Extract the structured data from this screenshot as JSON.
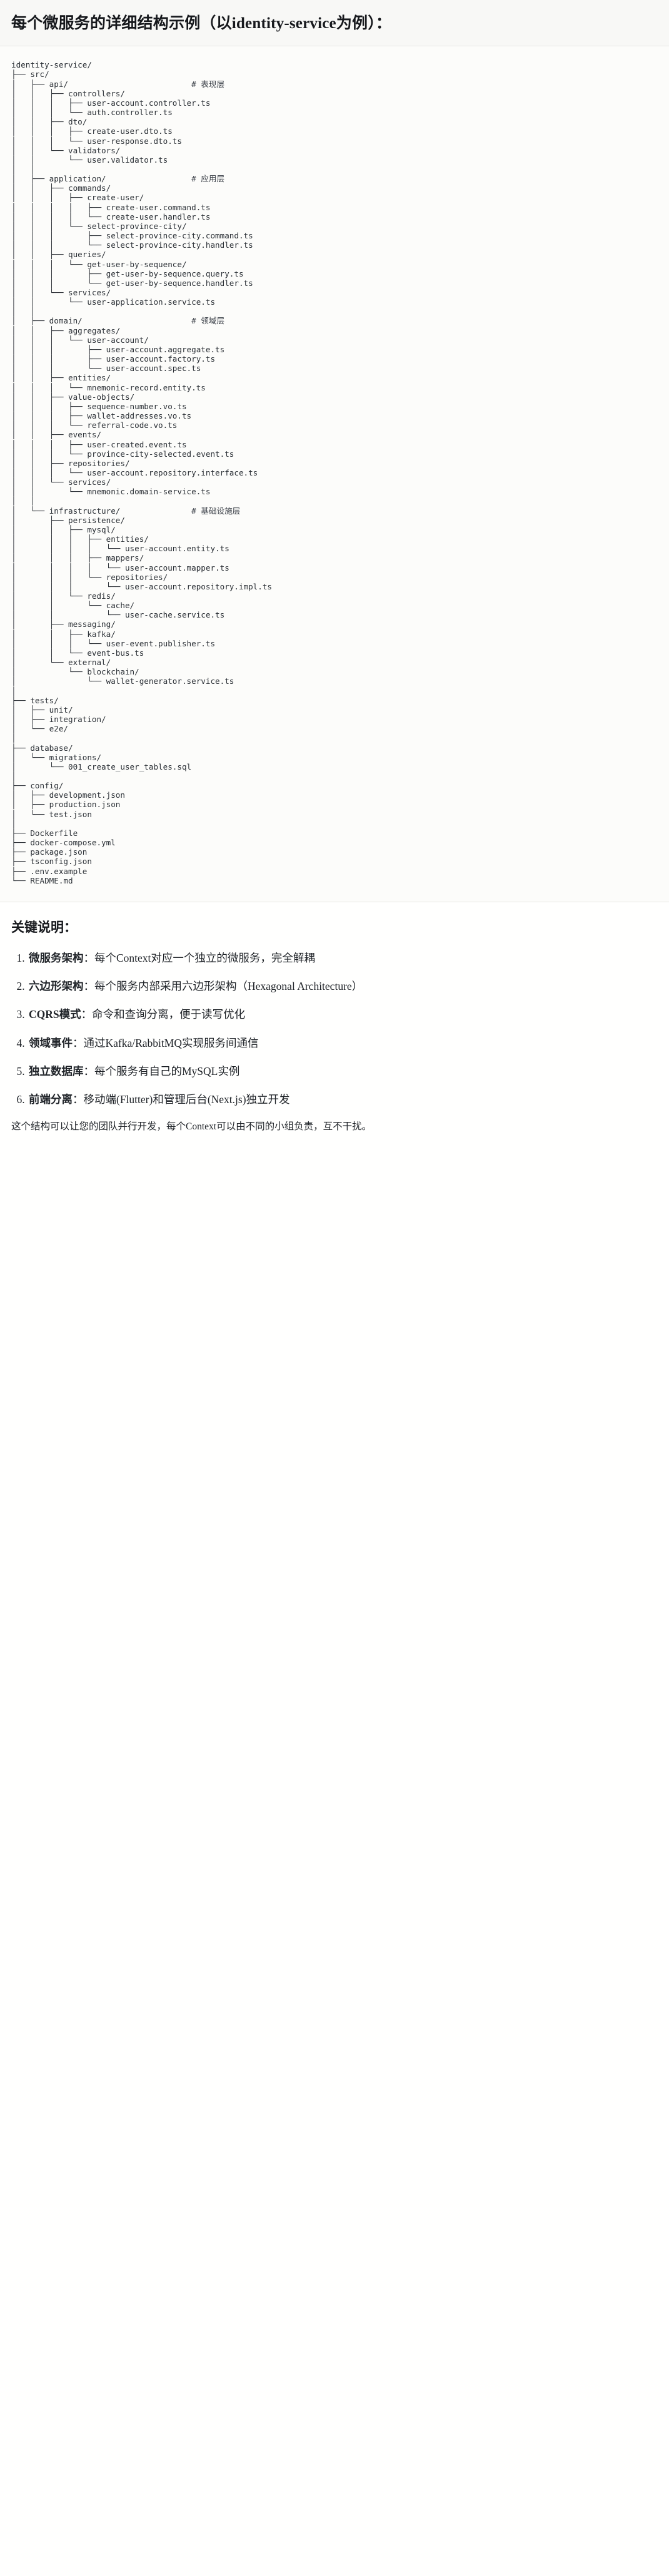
{
  "heading": {
    "text": "每个微服务的详细结构示例（以identity-service为例）："
  },
  "tree": {
    "comment_marker": "#",
    "lines": [
      {
        "t": "identity-service/",
        "c": ""
      },
      {
        "t": "├── src/",
        "c": ""
      },
      {
        "t": "│   ├── api/                          ",
        "c": "# 表现层"
      },
      {
        "t": "│   │   ├── controllers/",
        "c": ""
      },
      {
        "t": "│   │   │   ├── user-account.controller.ts",
        "c": ""
      },
      {
        "t": "│   │   │   └── auth.controller.ts",
        "c": ""
      },
      {
        "t": "│   │   ├── dto/",
        "c": ""
      },
      {
        "t": "│   │   │   ├── create-user.dto.ts",
        "c": ""
      },
      {
        "t": "│   │   │   └── user-response.dto.ts",
        "c": ""
      },
      {
        "t": "│   │   └── validators/",
        "c": ""
      },
      {
        "t": "│   │       └── user.validator.ts",
        "c": ""
      },
      {
        "t": "│   │",
        "c": ""
      },
      {
        "t": "│   ├── application/                  ",
        "c": "# 应用层"
      },
      {
        "t": "│   │   ├── commands/",
        "c": ""
      },
      {
        "t": "│   │   │   ├── create-user/",
        "c": ""
      },
      {
        "t": "│   │   │   │   ├── create-user.command.ts",
        "c": ""
      },
      {
        "t": "│   │   │   │   └── create-user.handler.ts",
        "c": ""
      },
      {
        "t": "│   │   │   └── select-province-city/",
        "c": ""
      },
      {
        "t": "│   │   │       ├── select-province-city.command.ts",
        "c": ""
      },
      {
        "t": "│   │   │       └── select-province-city.handler.ts",
        "c": ""
      },
      {
        "t": "│   │   ├── queries/",
        "c": ""
      },
      {
        "t": "│   │   │   └── get-user-by-sequence/",
        "c": ""
      },
      {
        "t": "│   │   │       ├── get-user-by-sequence.query.ts",
        "c": ""
      },
      {
        "t": "│   │   │       └── get-user-by-sequence.handler.ts",
        "c": ""
      },
      {
        "t": "│   │   └── services/",
        "c": ""
      },
      {
        "t": "│   │       └── user-application.service.ts",
        "c": ""
      },
      {
        "t": "│   │",
        "c": ""
      },
      {
        "t": "│   ├── domain/                       ",
        "c": "# 领域层"
      },
      {
        "t": "│   │   ├── aggregates/",
        "c": ""
      },
      {
        "t": "│   │   │   └── user-account/",
        "c": ""
      },
      {
        "t": "│   │   │       ├── user-account.aggregate.ts",
        "c": ""
      },
      {
        "t": "│   │   │       ├── user-account.factory.ts",
        "c": ""
      },
      {
        "t": "│   │   │       └── user-account.spec.ts",
        "c": ""
      },
      {
        "t": "│   │   ├── entities/",
        "c": ""
      },
      {
        "t": "│   │   │   └── mnemonic-record.entity.ts",
        "c": ""
      },
      {
        "t": "│   │   ├── value-objects/",
        "c": ""
      },
      {
        "t": "│   │   │   ├── sequence-number.vo.ts",
        "c": ""
      },
      {
        "t": "│   │   │   ├── wallet-addresses.vo.ts",
        "c": ""
      },
      {
        "t": "│   │   │   └── referral-code.vo.ts",
        "c": ""
      },
      {
        "t": "│   │   ├── events/",
        "c": ""
      },
      {
        "t": "│   │   │   ├── user-created.event.ts",
        "c": ""
      },
      {
        "t": "│   │   │   └── province-city-selected.event.ts",
        "c": ""
      },
      {
        "t": "│   │   ├── repositories/",
        "c": ""
      },
      {
        "t": "│   │   │   └── user-account.repository.interface.ts",
        "c": ""
      },
      {
        "t": "│   │   └── services/",
        "c": ""
      },
      {
        "t": "│   │       └── mnemonic.domain-service.ts",
        "c": ""
      },
      {
        "t": "│   │",
        "c": ""
      },
      {
        "t": "│   └── infrastructure/               ",
        "c": "# 基础设施层"
      },
      {
        "t": "│       ├── persistence/",
        "c": ""
      },
      {
        "t": "│       │   ├── mysql/",
        "c": ""
      },
      {
        "t": "│       │   │   ├── entities/",
        "c": ""
      },
      {
        "t": "│       │   │   │   └── user-account.entity.ts",
        "c": ""
      },
      {
        "t": "│       │   │   ├── mappers/",
        "c": ""
      },
      {
        "t": "│       │   │   │   └── user-account.mapper.ts",
        "c": ""
      },
      {
        "t": "│       │   │   └── repositories/",
        "c": ""
      },
      {
        "t": "│       │   │       └── user-account.repository.impl.ts",
        "c": ""
      },
      {
        "t": "│       │   └── redis/",
        "c": ""
      },
      {
        "t": "│       │       └── cache/",
        "c": ""
      },
      {
        "t": "│       │           └── user-cache.service.ts",
        "c": ""
      },
      {
        "t": "│       ├── messaging/",
        "c": ""
      },
      {
        "t": "│       │   ├── kafka/",
        "c": ""
      },
      {
        "t": "│       │   │   └── user-event.publisher.ts",
        "c": ""
      },
      {
        "t": "│       │   └── event-bus.ts",
        "c": ""
      },
      {
        "t": "│       └── external/",
        "c": ""
      },
      {
        "t": "│           └── blockchain/",
        "c": ""
      },
      {
        "t": "│               └── wallet-generator.service.ts",
        "c": ""
      },
      {
        "t": "│",
        "c": ""
      },
      {
        "t": "├── tests/",
        "c": ""
      },
      {
        "t": "│   ├── unit/",
        "c": ""
      },
      {
        "t": "│   ├── integration/",
        "c": ""
      },
      {
        "t": "│   └── e2e/",
        "c": ""
      },
      {
        "t": "│",
        "c": ""
      },
      {
        "t": "├── database/",
        "c": ""
      },
      {
        "t": "│   └── migrations/",
        "c": ""
      },
      {
        "t": "│       └── 001_create_user_tables.sql",
        "c": ""
      },
      {
        "t": "│",
        "c": ""
      },
      {
        "t": "├── config/",
        "c": ""
      },
      {
        "t": "│   ├── development.json",
        "c": ""
      },
      {
        "t": "│   ├── production.json",
        "c": ""
      },
      {
        "t": "│   └── test.json",
        "c": ""
      },
      {
        "t": "│",
        "c": ""
      },
      {
        "t": "├── Dockerfile",
        "c": ""
      },
      {
        "t": "├── docker-compose.yml",
        "c": ""
      },
      {
        "t": "├── package.json",
        "c": ""
      },
      {
        "t": "├── tsconfig.json",
        "c": ""
      },
      {
        "t": "├── .env.example",
        "c": ""
      },
      {
        "t": "└── README.md",
        "c": ""
      }
    ]
  },
  "notes": {
    "title": "关键说明：",
    "items": [
      {
        "term": "微服务架构",
        "sep": "：",
        "desc": "每个Context对应一个独立的微服务，完全解耦"
      },
      {
        "term": "六边形架构",
        "sep": "：",
        "desc": "每个服务内部采用六边形架构（Hexagonal Architecture）"
      },
      {
        "term": "CQRS模式",
        "sep": "：",
        "desc": "命令和查询分离，便于读写优化"
      },
      {
        "term": "领域事件",
        "sep": "：",
        "desc": "通过Kafka/RabbitMQ实现服务间通信"
      },
      {
        "term": "独立数据库",
        "sep": "：",
        "desc": "每个服务有自己的MySQL实例"
      },
      {
        "term": "前端分离",
        "sep": "：",
        "desc": "移动端(Flutter)和管理后台(Next.js)独立开发"
      }
    ],
    "closing": "这个结构可以让您的团队并行开发，每个Context可以由不同的小组负责，互不干扰。"
  }
}
